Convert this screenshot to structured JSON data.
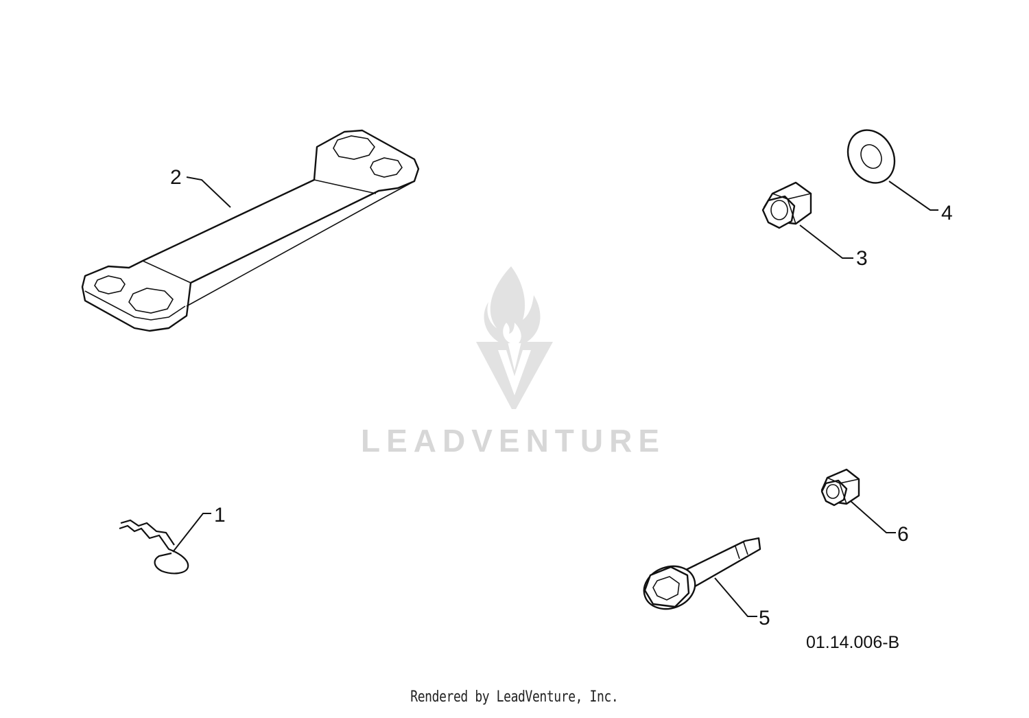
{
  "parts": [
    {
      "number": "1",
      "icon": "hair-pin-clip"
    },
    {
      "number": "2",
      "icon": "spacer-plate"
    },
    {
      "number": "3",
      "icon": "hex-lock-nut"
    },
    {
      "number": "4",
      "icon": "flat-washer"
    },
    {
      "number": "5",
      "icon": "flange-bolt"
    },
    {
      "number": "6",
      "icon": "hex-lock-nut-small"
    }
  ],
  "diagram_code": "01.14.006-B",
  "watermark": {
    "text": "LEADVENTURE",
    "color": "#d7d7d7"
  },
  "footer": "Rendered by LeadVenture, Inc."
}
